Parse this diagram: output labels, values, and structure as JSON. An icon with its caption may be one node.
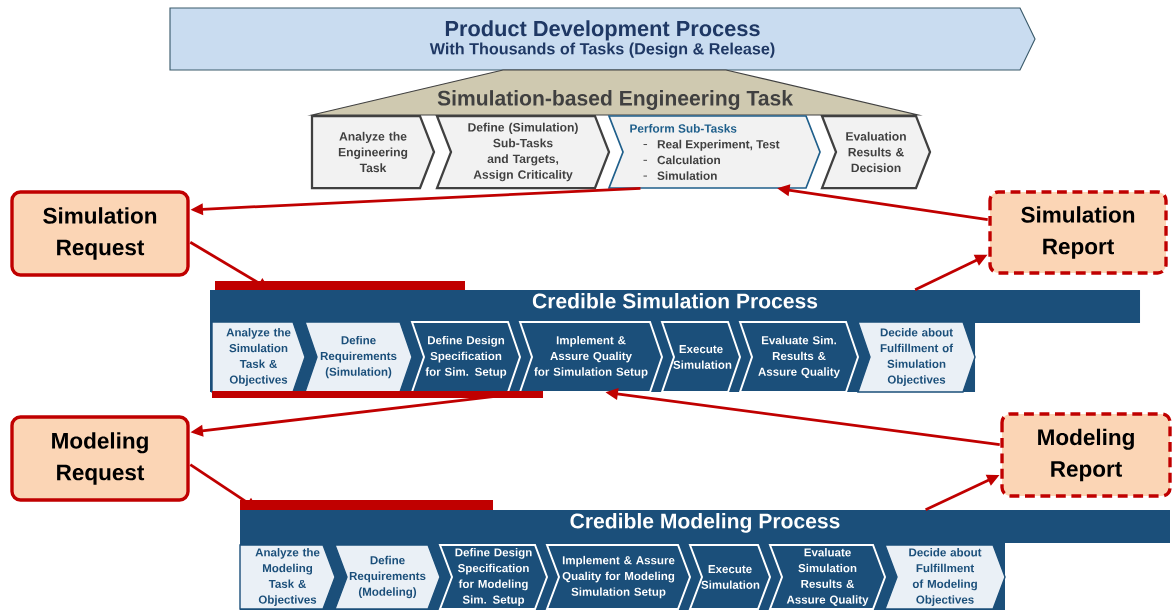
{
  "diagram": {
    "nodes": [
      {
        "text": [
          "Product Development Process",
          "With Thousands of Tasks (Design & Release)"
        ]
      },
      {
        "text": [
          "Simulation-based Engineering Task"
        ]
      },
      {
        "text": [
          "Analyze the Engineering Task"
        ]
      },
      {
        "text": [
          "Define (Simulation) Sub-Tasks and Targets, Assign Criticality"
        ]
      },
      {
        "text": [
          "Perform Sub-Tasks",
          "Real Experiment, Test",
          "Calculation",
          "Simulation"
        ]
      },
      {
        "text": [
          "Evaluation Results & Decision"
        ]
      },
      {
        "text": [
          "Simulation Request"
        ]
      },
      {
        "text": [
          "Simulation Report"
        ]
      },
      {
        "text": [
          "Credible Simulation Process"
        ]
      },
      {
        "text": [
          "Analyze the Simulation Task & Objectives"
        ],
        "in": 8
      },
      {
        "text": [
          "Define Requirements (Simulation)"
        ],
        "in": 8
      },
      {
        "text": [
          "Define Design Specification for Sim. Setup"
        ],
        "in": 8
      },
      {
        "text": [
          "Implement & Assure Quality for Simulation Setup"
        ],
        "in": 8
      },
      {
        "text": [
          "Execute Simulation"
        ],
        "in": 8
      },
      {
        "text": [
          "Evaluate Sim. Results & Assure Quality"
        ],
        "in": 8
      },
      {
        "text": [
          "Decide about Fulfillment of Simulation Objectives"
        ],
        "in": 8
      },
      {
        "text": [
          "Modeling Request"
        ]
      },
      {
        "text": [
          "Modeling Report"
        ]
      },
      {
        "text": [
          "Credible Modeling Process"
        ]
      },
      {
        "text": [
          "Analyze the Modeling Task & Objectives"
        ],
        "in": 18
      },
      {
        "text": [
          "Define Requirements (Modeling)"
        ],
        "in": 18
      },
      {
        "text": [
          "Define Design Specification for Modeling Sim. Setup"
        ],
        "in": 18
      },
      {
        "text": [
          "Implement & Assure Quality for Modeling Simulation Setup"
        ],
        "in": 18
      },
      {
        "text": [
          "Execute Simulation"
        ],
        "in": 18
      },
      {
        "text": [
          "Evaluate Simulation Results & Assure Quality"
        ],
        "in": 18
      },
      {
        "text": [
          "Decide about Fulfillment of Modeling Objectives"
        ],
        "in": 18
      }
    ],
    "edges": [
      {
        "from": 4,
        "to": 6,
        "arrow": "to"
      },
      {
        "from": 6,
        "to": 8,
        "arrow": "to"
      },
      {
        "from": 8,
        "to": 7,
        "arrow": "to"
      },
      {
        "from": 7,
        "to": 4,
        "arrow": "to"
      },
      {
        "from": 8,
        "to": 16,
        "arrow": "to"
      },
      {
        "from": 16,
        "to": 18,
        "arrow": "to"
      },
      {
        "from": 18,
        "to": 17,
        "arrow": "to"
      },
      {
        "from": 17,
        "to": 12,
        "arrow": "to"
      }
    ]
  }
}
